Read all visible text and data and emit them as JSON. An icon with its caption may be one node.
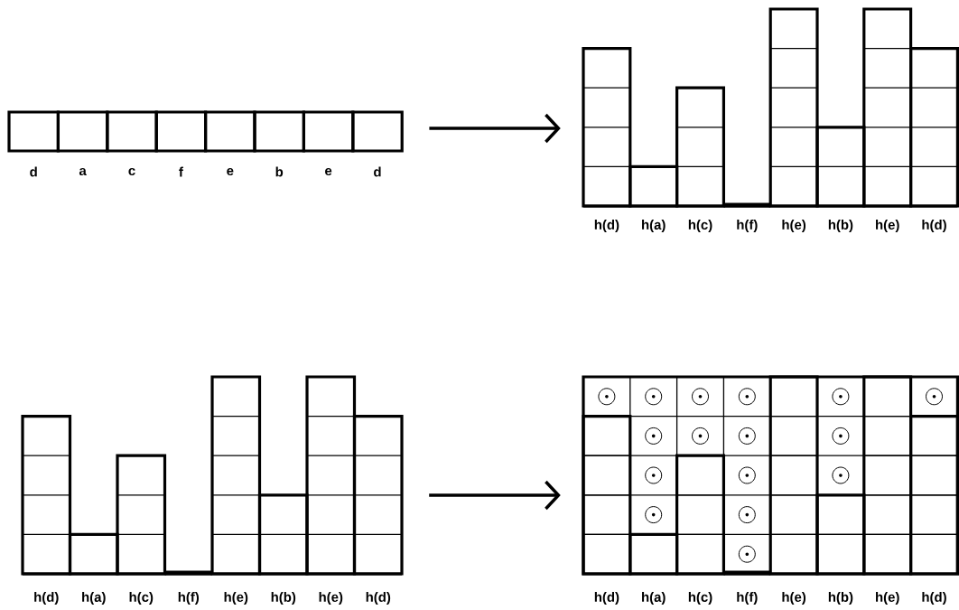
{
  "diagram": {
    "nodes": [
      {
        "text": [
          "d",
          "a",
          "c",
          "f",
          "e",
          "b",
          "e",
          "d"
        ]
      },
      {
        "text": [
          "h(d)",
          "h(a)",
          "h(c)",
          "h(f)",
          "h(e)",
          "h(b)",
          "h(e)",
          "h(d)"
        ]
      },
      {
        "text": [
          "h(d)",
          "h(a)",
          "h(c)",
          "h(f)",
          "h(e)",
          "h(b)",
          "h(e)",
          "h(d)"
        ]
      },
      {
        "text": [
          "h(d)",
          "h(a)",
          "h(c)",
          "h(f)",
          "h(e)",
          "h(b)",
          "h(e)",
          "h(d)"
        ]
      }
    ],
    "edges": [
      {
        "from": 0,
        "to": 1,
        "arrow": "to"
      },
      {
        "from": 2,
        "to": 3,
        "arrow": "to"
      }
    ]
  }
}
